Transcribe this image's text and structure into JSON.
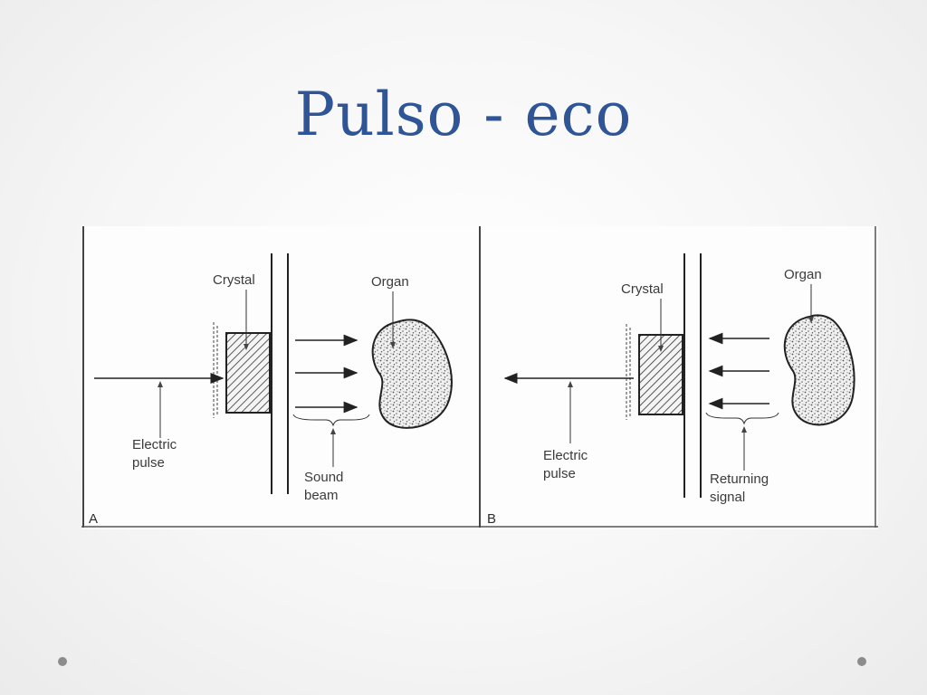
{
  "slide": {
    "title": "Pulso - eco"
  },
  "panel_a": {
    "panel_label": "A",
    "crystal_label": "Crystal",
    "organ_label": "Organ",
    "pulse_label_line1": "Electric",
    "pulse_label_line2": "pulse",
    "beam_label_line1": "Sound",
    "beam_label_line2": "beam"
  },
  "panel_b": {
    "panel_label": "B",
    "crystal_label": "Crystal",
    "organ_label": "Organ",
    "pulse_label_line1": "Electric",
    "pulse_label_line2": "pulse",
    "signal_label_line1": "Returning",
    "signal_label_line2": "signal"
  }
}
